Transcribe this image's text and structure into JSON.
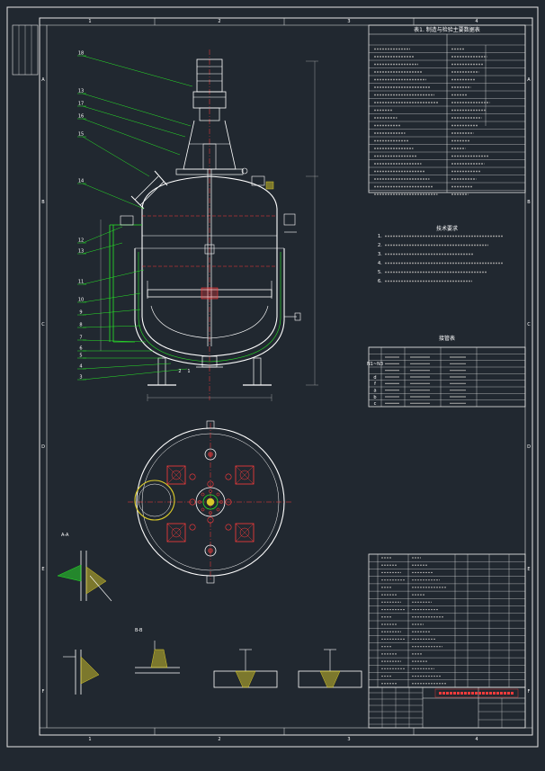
{
  "drawing": {
    "colors": {
      "background": "#212830",
      "border": "#e6e6e6",
      "vessel": "#ffffff",
      "jacket": "#27e627",
      "leader": "#27e627",
      "center": "#ff3b3b",
      "agitator": "#ff3b3b",
      "hatch": "#d8c82a",
      "dim": "#b8b8b8",
      "title_red": "#ff3b3b"
    },
    "grid": {
      "columns": [
        "1",
        "2",
        "3",
        "4"
      ],
      "rows": [
        "A",
        "B",
        "C",
        "D",
        "E",
        "F"
      ]
    },
    "callouts": [
      "18",
      "13",
      "17",
      "16",
      "15",
      "14",
      "12",
      "13",
      "11",
      "10",
      "9",
      "8",
      "7",
      "6",
      "5",
      "4",
      "3",
      "2",
      "1"
    ]
  },
  "tech_table": {
    "heading": "表1. 制造与检验主要数据表"
  },
  "tech_requirements": {
    "heading": "技术要求",
    "lines": [
      "1.",
      "2.",
      "3.",
      "4.",
      "5.",
      "6."
    ]
  },
  "nozzle_table": {
    "heading": "接管表",
    "row_codes": [
      "",
      "",
      "N1~N3",
      "",
      "d",
      "f",
      "a",
      "b",
      "c"
    ]
  },
  "detail_views": {
    "top_left_caption": "A-A",
    "captions": [
      "",
      "B-B",
      "",
      ""
    ]
  },
  "title_block": {
    "company": "",
    "drawing_name": "",
    "company_visible": true
  }
}
